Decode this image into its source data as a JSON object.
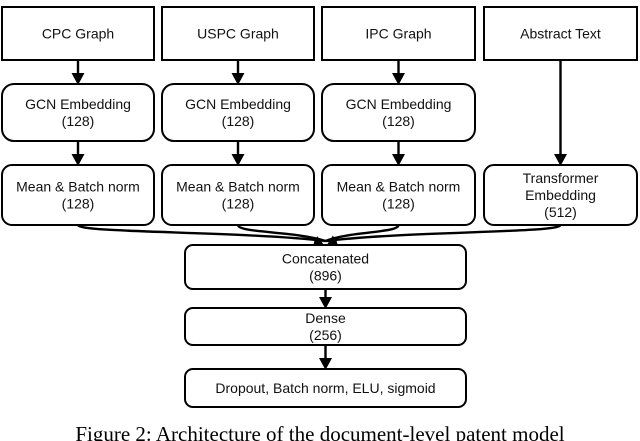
{
  "nodes": {
    "cpc_graph": {
      "lines": [
        "CPC Graph"
      ]
    },
    "uspc_graph": {
      "lines": [
        "USPC Graph"
      ]
    },
    "ipc_graph": {
      "lines": [
        "IPC Graph"
      ]
    },
    "abstract_text": {
      "lines": [
        "Abstract Text"
      ]
    },
    "gcn_cpc": {
      "lines": [
        "GCN Embedding",
        "(128)"
      ]
    },
    "gcn_uspc": {
      "lines": [
        "GCN Embedding",
        "(128)"
      ]
    },
    "gcn_ipc": {
      "lines": [
        "GCN Embedding",
        "(128)"
      ]
    },
    "mean_cpc": {
      "lines": [
        "Mean & Batch norm",
        "(128)"
      ]
    },
    "mean_uspc": {
      "lines": [
        "Mean & Batch norm",
        "(128)"
      ]
    },
    "mean_ipc": {
      "lines": [
        "Mean & Batch norm",
        "(128)"
      ]
    },
    "transformer": {
      "lines": [
        "Transformer",
        "Embedding",
        "(512)"
      ]
    },
    "concatenated": {
      "lines": [
        "Concatenated",
        "(896)"
      ]
    },
    "dense": {
      "lines": [
        "Dense",
        "(256)"
      ]
    },
    "output": {
      "lines": [
        "Dropout, Batch norm, ELU, sigmoid"
      ]
    }
  },
  "edges": [
    [
      "cpc_graph",
      "gcn_cpc"
    ],
    [
      "uspc_graph",
      "gcn_uspc"
    ],
    [
      "ipc_graph",
      "gcn_ipc"
    ],
    [
      "abstract_text",
      "transformer"
    ],
    [
      "gcn_cpc",
      "mean_cpc"
    ],
    [
      "gcn_uspc",
      "mean_uspc"
    ],
    [
      "gcn_ipc",
      "mean_ipc"
    ],
    [
      "mean_cpc",
      "concatenated"
    ],
    [
      "mean_uspc",
      "concatenated"
    ],
    [
      "mean_ipc",
      "concatenated"
    ],
    [
      "transformer",
      "concatenated"
    ],
    [
      "concatenated",
      "dense"
    ],
    [
      "dense",
      "output"
    ]
  ],
  "caption": "Figure 2: Architecture of the document-level patent model"
}
